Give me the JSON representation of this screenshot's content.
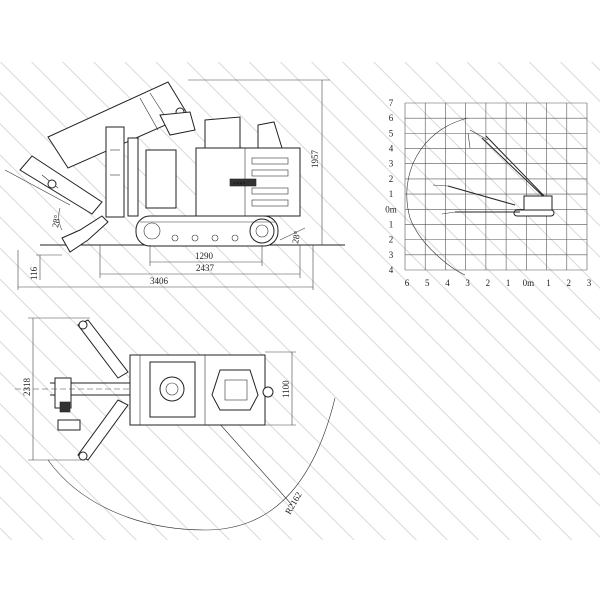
{
  "background": {
    "hatch_color": "#d9d9d9"
  },
  "side_view": {
    "dimensions": {
      "height": "1957",
      "track_length_inner": "1290",
      "track_length": "2437",
      "overall_length": "3406",
      "ground_clearance": "116",
      "approach_angle": "28°",
      "departure_angle": "28°"
    },
    "nameplate": "▪▪▪▪"
  },
  "top_view": {
    "dimensions": {
      "outrigger_width": "2318",
      "body_width": "1100",
      "swing_radius": "R2162"
    }
  },
  "work_range_chart": {
    "y_labels_up": [
      "7",
      "6",
      "5",
      "4",
      "3",
      "2",
      "1"
    ],
    "y_zero": "0m",
    "y_labels_down": [
      "1",
      "2",
      "3",
      "4"
    ],
    "x_labels_left": [
      "6",
      "5",
      "4",
      "3",
      "2",
      "1"
    ],
    "x_zero": "0m",
    "x_labels_right": [
      "1",
      "2",
      "3"
    ]
  }
}
